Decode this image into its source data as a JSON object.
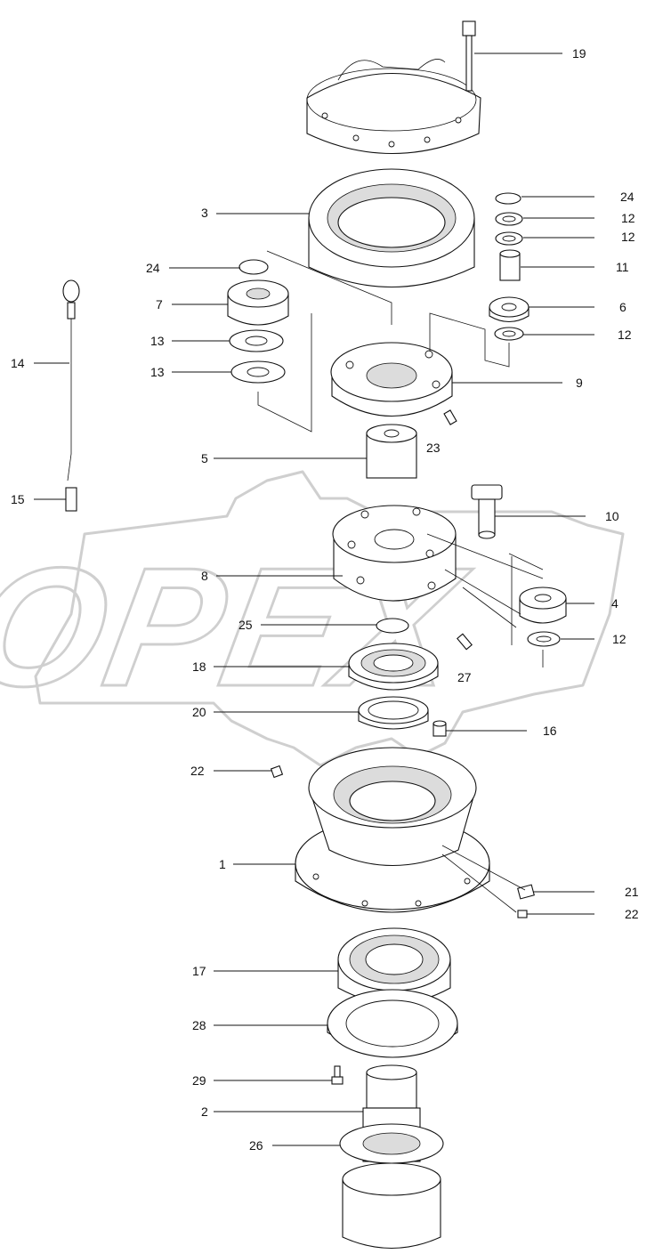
{
  "watermark": {
    "text": "OPEX"
  },
  "callouts": [
    {
      "id": "c19a",
      "label": "19"
    },
    {
      "id": "c24a",
      "label": "24"
    },
    {
      "id": "c12a",
      "label": "12"
    },
    {
      "id": "c12b",
      "label": "12"
    },
    {
      "id": "c3",
      "label": "3"
    },
    {
      "id": "c11",
      "label": "11"
    },
    {
      "id": "c24b",
      "label": "24"
    },
    {
      "id": "c7",
      "label": "7"
    },
    {
      "id": "c6",
      "label": "6"
    },
    {
      "id": "c12c",
      "label": "12"
    },
    {
      "id": "c13a",
      "label": "13"
    },
    {
      "id": "c14",
      "label": "14"
    },
    {
      "id": "c13b",
      "label": "13"
    },
    {
      "id": "c9",
      "label": "9"
    },
    {
      "id": "c23",
      "label": "23"
    },
    {
      "id": "c5",
      "label": "5"
    },
    {
      "id": "c15",
      "label": "15"
    },
    {
      "id": "c10",
      "label": "10"
    },
    {
      "id": "c8",
      "label": "8"
    },
    {
      "id": "c4",
      "label": "4"
    },
    {
      "id": "c25",
      "label": "25"
    },
    {
      "id": "c12d",
      "label": "12"
    },
    {
      "id": "c18",
      "label": "18"
    },
    {
      "id": "c27",
      "label": "27"
    },
    {
      "id": "c20",
      "label": "20"
    },
    {
      "id": "c16",
      "label": "16"
    },
    {
      "id": "c22a",
      "label": "22"
    },
    {
      "id": "c1",
      "label": "1"
    },
    {
      "id": "c21",
      "label": "21"
    },
    {
      "id": "c22b",
      "label": "22"
    },
    {
      "id": "c17",
      "label": "17"
    },
    {
      "id": "c28",
      "label": "28"
    },
    {
      "id": "c29",
      "label": "29"
    },
    {
      "id": "c2",
      "label": "2"
    },
    {
      "id": "c26",
      "label": "26"
    }
  ]
}
